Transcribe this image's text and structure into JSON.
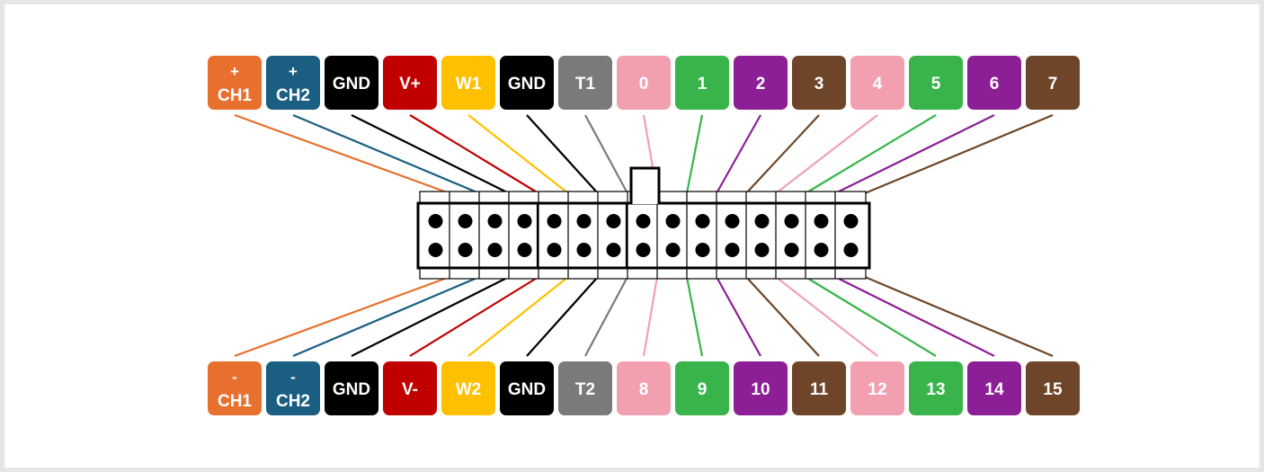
{
  "colors": {
    "orange": "#e8702f",
    "blue": "#1a5e82",
    "black": "#000000",
    "red": "#c00000",
    "yellow": "#ffc000",
    "gray": "#7a7a7a",
    "pink": "#f2a0b0",
    "green": "#38b44a",
    "purple": "#8c1f96",
    "brown": "#6e4528"
  },
  "top_pins": [
    {
      "sign": "+",
      "label": "CH1",
      "color": "orange"
    },
    {
      "sign": "+",
      "label": "CH2",
      "color": "blue"
    },
    {
      "label": "GND",
      "color": "black"
    },
    {
      "label": "V+",
      "color": "red"
    },
    {
      "label": "W1",
      "color": "yellow"
    },
    {
      "label": "GND",
      "color": "black"
    },
    {
      "label": "T1",
      "color": "gray"
    },
    {
      "label": "0",
      "color": "pink"
    },
    {
      "label": "1",
      "color": "green"
    },
    {
      "label": "2",
      "color": "purple"
    },
    {
      "label": "3",
      "color": "brown"
    },
    {
      "label": "4",
      "color": "pink"
    },
    {
      "label": "5",
      "color": "green"
    },
    {
      "label": "6",
      "color": "purple"
    },
    {
      "label": "7",
      "color": "brown"
    }
  ],
  "bottom_pins": [
    {
      "sign": "-",
      "label": "CH1",
      "color": "orange"
    },
    {
      "sign": "-",
      "label": "CH2",
      "color": "blue"
    },
    {
      "label": "GND",
      "color": "black"
    },
    {
      "label": "V-",
      "color": "red"
    },
    {
      "label": "W2",
      "color": "yellow"
    },
    {
      "label": "GND",
      "color": "black"
    },
    {
      "label": "T2",
      "color": "gray"
    },
    {
      "label": "8",
      "color": "pink"
    },
    {
      "label": "9",
      "color": "green"
    },
    {
      "label": "10",
      "color": "purple"
    },
    {
      "label": "11",
      "color": "brown"
    },
    {
      "label": "12",
      "color": "pink"
    },
    {
      "label": "13",
      "color": "green"
    },
    {
      "label": "14",
      "color": "purple"
    },
    {
      "label": "15",
      "color": "brown"
    }
  ]
}
